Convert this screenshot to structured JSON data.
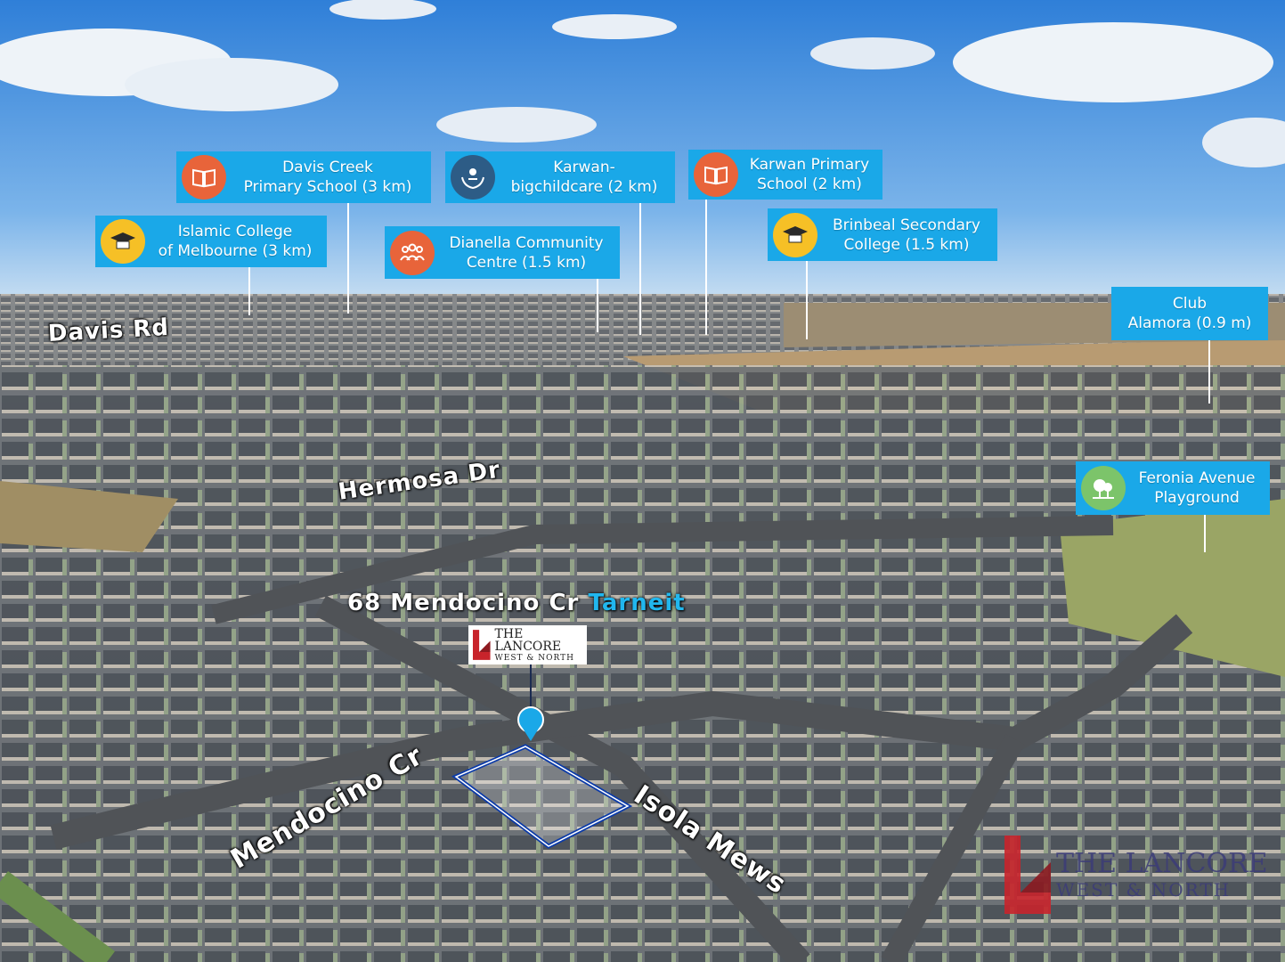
{
  "callouts": {
    "davis_creek": {
      "label": "Davis Creek\nPrimary School (3 km)",
      "icon": "book-icon",
      "icon_color": "#e8643a"
    },
    "karwan_childcare": {
      "label": "Karwan-\nbigchildcare (2 km)",
      "icon": "baby-hands-icon",
      "icon_color": "#2d5c86"
    },
    "karwan_primary": {
      "label": "Karwan Primary\nSchool (2 km)",
      "icon": "book-icon",
      "icon_color": "#e8643a"
    },
    "islamic_college": {
      "label": "Islamic College\nof Melbourne (3 km)",
      "icon": "graduation-cap-icon",
      "icon_color": "#f6c026"
    },
    "dianella": {
      "label": "Dianella Community\nCentre (1.5 km)",
      "icon": "people-group-icon",
      "icon_color": "#e8643a"
    },
    "brinbeal": {
      "label": "Brinbeal Secondary\nCollege (1.5 km)",
      "icon": "graduation-cap-icon",
      "icon_color": "#f6c026"
    },
    "club_alamora": {
      "label": "Club\nAlamora (0.9 m)"
    },
    "feronia": {
      "label": "Feronia Avenue\nPlayground",
      "icon": "tree-icon",
      "icon_color": "#7cc46a"
    }
  },
  "streets": {
    "davis_rd": "Davis Rd",
    "hermosa_dr": "Hermosa Dr",
    "mendocino_cr": "Mendocino Cr",
    "isola_mews": "Isola Mews"
  },
  "address": {
    "street": "68 Mendocino Cr",
    "suburb": "Tarneit"
  },
  "brand": {
    "line1": "THE LANCORE",
    "line2": "WEST & NORTH",
    "color": "#c8242b"
  },
  "accent": "#1aa8e8"
}
